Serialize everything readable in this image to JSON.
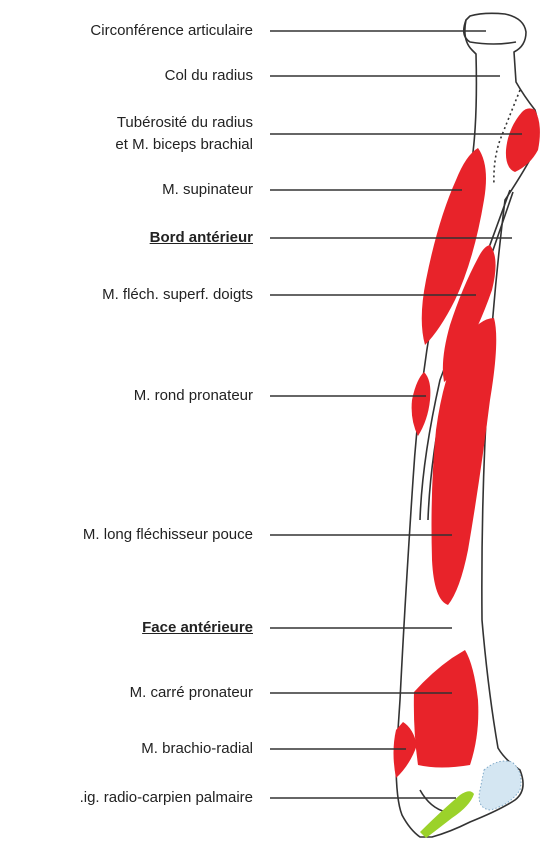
{
  "labels": [
    {
      "id": "circ",
      "text": "Circonférence articulaire",
      "emphasis": false
    },
    {
      "id": "col",
      "text": "Col du radius",
      "emphasis": false
    },
    {
      "id": "tub1",
      "text": "Tubérosité du radius",
      "emphasis": false
    },
    {
      "id": "tub2",
      "text": "et M. biceps brachial",
      "emphasis": false
    },
    {
      "id": "sup",
      "text": "M. supinateur",
      "emphasis": false
    },
    {
      "id": "bord",
      "text": "Bord antérieur",
      "emphasis": true
    },
    {
      "id": "flech",
      "text": "M. fléch. superf. doigts",
      "emphasis": false
    },
    {
      "id": "rond",
      "text": "M. rond pronateur",
      "emphasis": false
    },
    {
      "id": "long",
      "text": "M. long fléchisseur pouce",
      "emphasis": false
    },
    {
      "id": "face",
      "text": "Face antérieure",
      "emphasis": true
    },
    {
      "id": "carre",
      "text": "M. carré pronateur",
      "emphasis": false
    },
    {
      "id": "brach",
      "text": "M. brachio-radial",
      "emphasis": false
    },
    {
      "id": "lig",
      "text": ".ig. radio-carpien palmaire",
      "emphasis": false
    }
  ],
  "colors": {
    "muscle": "#e8232a",
    "ligament": "#9bd22a",
    "cartilage": "#d4e6f2",
    "bone_outline": "#333333",
    "leader": "#333333",
    "background": "#ffffff"
  }
}
